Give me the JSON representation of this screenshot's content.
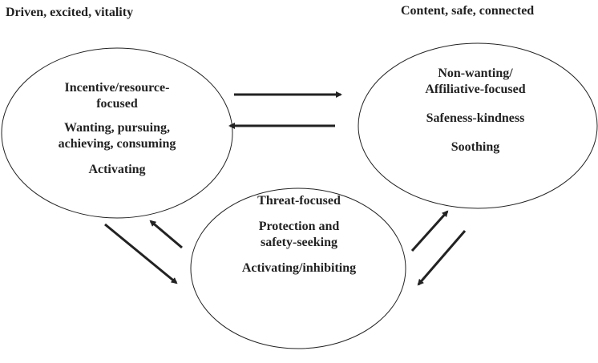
{
  "headers": {
    "left": "Driven, excited, vitality",
    "right": "Content, safe, connected"
  },
  "drive_system": {
    "line1": "Incentive/resource-",
    "line2": "focused",
    "line3": "Wanting, pursuing,",
    "line4": "achieving, consuming",
    "line5": "Activating"
  },
  "soothing_system": {
    "line1": "Non-wanting/",
    "line2": "Affiliative-focused",
    "line3": "Safeness-kindness",
    "line4": "Soothing"
  },
  "threat_system": {
    "line1": "Threat-focused",
    "line2": "Protection and",
    "line3": "safety-seeking",
    "line4": "Activating/inhibiting"
  }
}
